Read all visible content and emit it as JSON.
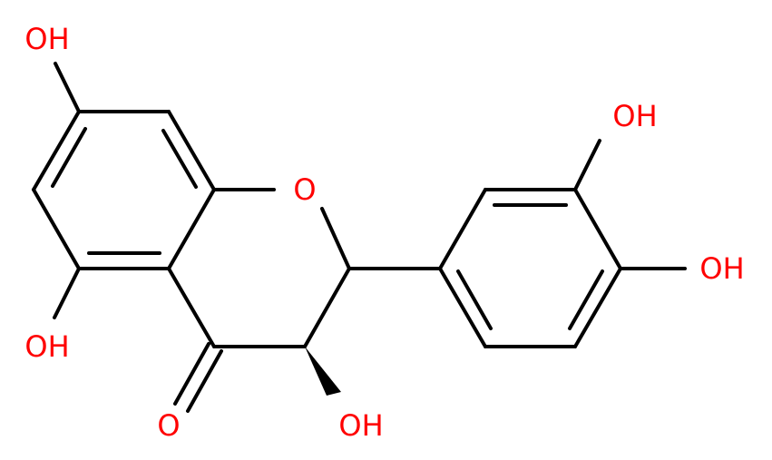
{
  "atom_color": "#ff0000",
  "bond_color": "#000000",
  "labels": {
    "oh_7": "OH",
    "oh_5": "OH",
    "carbonyl_o": "O",
    "ring_o": "O",
    "oh_3": "OH",
    "oh_3p": "OH",
    "oh_4p": "OH"
  }
}
